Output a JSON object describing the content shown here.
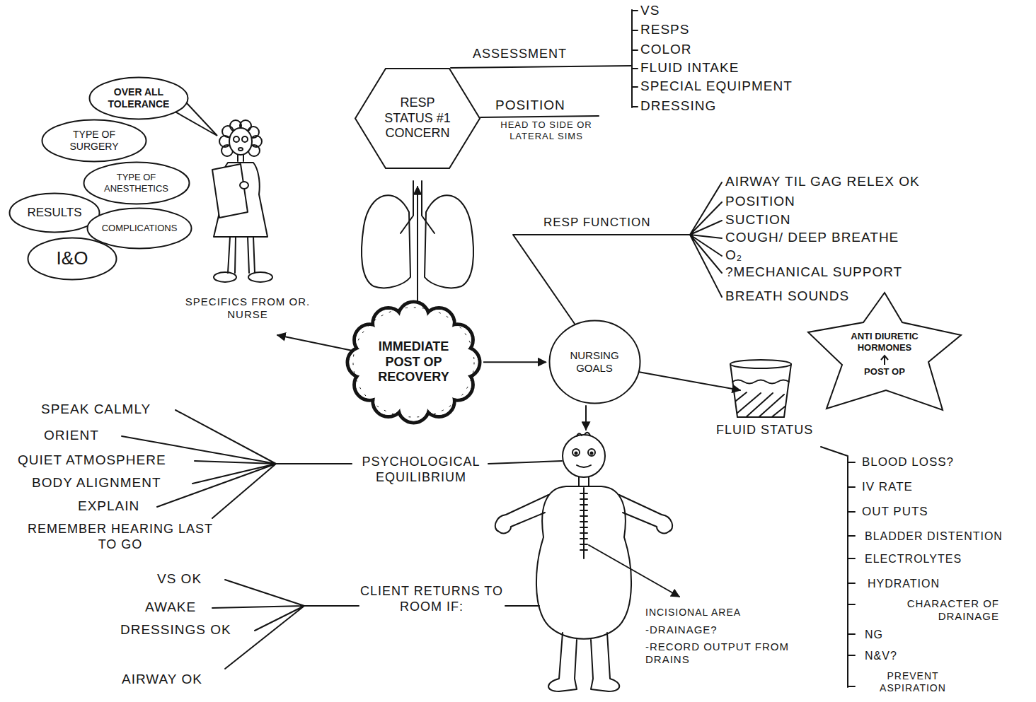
{
  "diagram": {
    "nodes": [
      {
        "text": [
          "IMMEDIATE POST OP RECOVERY"
        ]
      },
      {
        "text": [
          "RESP STATUS #1 CONCERN"
        ]
      },
      {
        "text": [
          "NURSING GOALS"
        ]
      },
      {
        "text": [
          "OVER ALL TOLERANCE"
        ]
      },
      {
        "text": [
          "TYPE OF SURGERY"
        ]
      },
      {
        "text": [
          "TYPE OF ANESTHETICS"
        ]
      },
      {
        "text": [
          "RESULTS"
        ]
      },
      {
        "text": [
          "COMPLICATIONS"
        ]
      },
      {
        "text": [
          "I&O"
        ]
      },
      {
        "text": [
          "ANTI DIURETIC HORMONES",
          "POST OP"
        ]
      }
    ],
    "edges": [
      {
        "from": 0,
        "to": 2,
        "arrow": "to"
      }
    ],
    "labels": [
      "ASSESSMENT",
      "VS",
      "RESPS",
      "COLOR",
      "FLUID INTAKE",
      "SPECIAL EQUIPMENT",
      "DRESSING",
      "POSITION",
      "HEAD TO SIDE OR LATERAL SIMS",
      "SPECIFICS FROM OR. NURSE",
      "RESP FUNCTION",
      "AIRWAY TIL GAG RELEX OK",
      "POSITION",
      "SUCTION",
      "COUGH/ DEEP BREATHE",
      "O₂",
      "?MECHANICAL SUPPORT",
      "BREATH SOUNDS",
      "FLUID STATUS",
      "BLOOD LOSS?",
      "IV RATE",
      "OUT PUTS",
      "BLADDER DISTENTION",
      "ELECTROLYTES",
      "HYDRATION",
      "CHARACTER OF DRAINAGE",
      "NG",
      "N&V?",
      "PREVENT ASPIRATION",
      "SPEAK CALMLY",
      "ORIENT",
      "QUIET ATMOSPHERE",
      "BODY ALIGNMENT",
      "EXPLAIN",
      "REMEMBER HEARING LAST TO GO",
      "PSYCHOLOGICAL EQUILIBRIUM",
      "VS OK",
      "AWAKE",
      "DRESSINGS OK",
      "AIRWAY OK",
      "CLIENT RETURNS TO ROOM IF:",
      "INCISIONAL AREA",
      "-DRAINAGE?",
      "-RECORD OUTPUT FROM DRAINS"
    ]
  }
}
